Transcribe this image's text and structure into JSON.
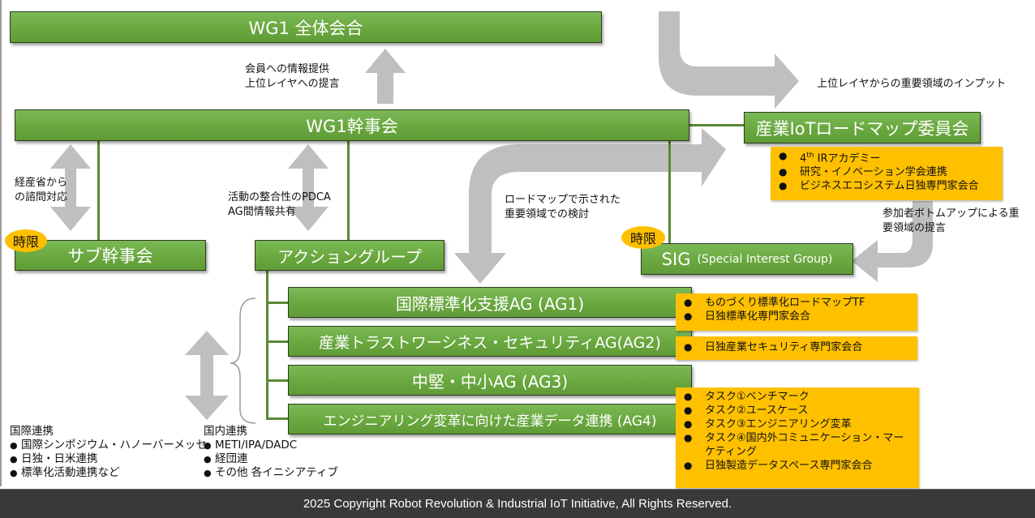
{
  "boxes": {
    "wg1_general": "WG1 全体会合",
    "wg1_steering": "WG1幹事会",
    "iot_roadmap": "産業IoTロードマップ委員会",
    "sub_steering": "サブ幹事会",
    "action_group": "アクショングループ",
    "sig_main": "SIG",
    "sig_sub": "(Special Interest Group)",
    "ag1": "国際標準化支援AG (AG1)",
    "ag2": "産業トラストワーシネス・セキュリティAG(AG2)",
    "ag3": "中堅・中小AG (AG3)",
    "ag4": "エンジニアリング変革に向けた産業データ連携 (AG4)"
  },
  "badges": {
    "sub_time_limit": "時限",
    "sig_time_limit": "時限"
  },
  "labels": {
    "up_info_1": "会員への情報提供",
    "up_info_2": "上位レイヤへの提言",
    "upper_input": "上位レイヤからの重要領域のインプット",
    "meti_1": "経産省から",
    "meti_2": "の諮問対応",
    "pdca_1": "活動の整合性のPDCA",
    "pdca_2": "AG間情報共有",
    "roadmap_1": "ロードマップで示された",
    "roadmap_2": "重要領域での検討",
    "bottomup_1": "参加者ボトムアップによる重",
    "bottomup_2": "要領域の提言"
  },
  "roadmap_notes": {
    "item0_sup_prefix": "4",
    "item0_sup": "th",
    "item0_rest": " IRアカデミー",
    "item1": "研究・イノベーション学会連携",
    "item2": "ビジネスエコシステム日独専門家会合"
  },
  "ag1_notes": [
    "ものづくり標準化ロードマップTF",
    "日独標準化専門家会合"
  ],
  "ag2_notes": [
    "日独産業セキュリティ専門家会合"
  ],
  "ag4_notes": [
    "タスク①ベンチマーク",
    "タスク②ユースケース",
    "タスク③エンジニアリング変革",
    "タスク④国内外コミュニケーション・マーケティング",
    "日独製造データスペース専門家会合"
  ],
  "international": {
    "title": "国際連携",
    "items": [
      "国際シンポジウム・ハノーバーメッセ",
      "日独・日米連携",
      "標準化活動連携など"
    ]
  },
  "domestic": {
    "title": "国内連携",
    "items": [
      "METI/IPA/DADC",
      "経団連",
      "その他 各イニシアティブ"
    ]
  },
  "footer": "2025 Copyright Robot Revolution & Industrial IoT Initiative, All Rights Reserved.",
  "colors": {
    "box_green": "#6aa83f",
    "note_yellow": "#ffc000",
    "arrow_gray": "#bfbfbf",
    "footer_bg": "#3a3838"
  }
}
